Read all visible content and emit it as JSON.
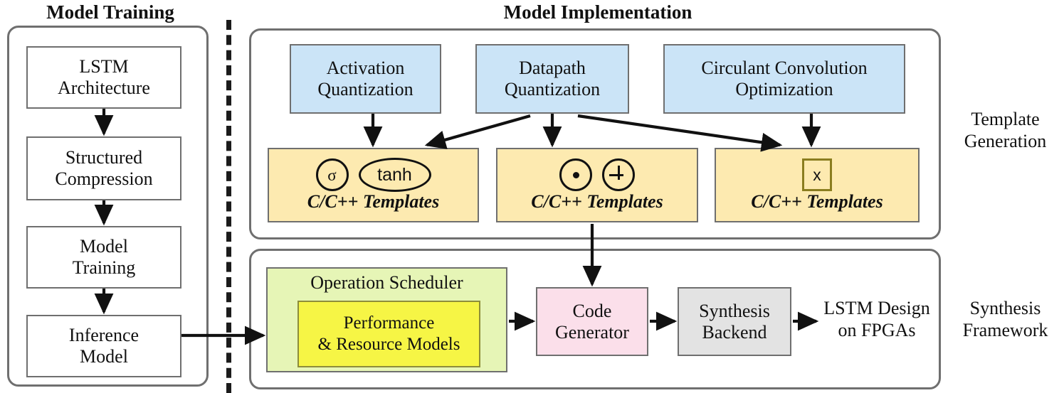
{
  "titles": {
    "left": "Model Training",
    "right": "Model Implementation"
  },
  "side_labels": {
    "template_generation": "Template\nGeneration",
    "synthesis_framework": "Synthesis\nFramework"
  },
  "training_panel": {
    "name": "Model Training",
    "steps": [
      {
        "label": "LSTM\nArchitecture"
      },
      {
        "label": "Structured\nCompression"
      },
      {
        "label": "Model\nTraining"
      },
      {
        "label": "Inference\nModel"
      }
    ]
  },
  "template_panel": {
    "name": "Template Generation",
    "sources": [
      {
        "label": "Activation\nQuantization",
        "color": "#cbe4f7"
      },
      {
        "label": "Datapath\nQuantization",
        "color": "#cbe4f7"
      },
      {
        "label": "Circulant Convolution\nOptimization",
        "color": "#cbe4f7"
      }
    ],
    "templates": [
      {
        "ops": [
          "sigma",
          "tanh"
        ],
        "caption": "C/C++ Templates",
        "color": "#fdeab0"
      },
      {
        "ops": [
          "dot-product",
          "plus"
        ],
        "caption": "C/C++ Templates",
        "color": "#fdeab0"
      },
      {
        "ops": [
          "matrix-x"
        ],
        "caption": "C/C++ Templates",
        "color": "#fdeab0"
      }
    ],
    "op_glyphs": {
      "sigma": "σ",
      "tanh": "tanh",
      "matrix-x": "x"
    }
  },
  "synthesis_panel": {
    "name": "Synthesis Framework",
    "scheduler": {
      "title": "Operation Scheduler",
      "inner": "Performance\n& Resource Models",
      "outer_color": "#e6f5b6",
      "inner_color": "#f6f545"
    },
    "code_generator": {
      "label": "Code\nGenerator",
      "color": "#fbdfea"
    },
    "synthesis_backend": {
      "label": "Synthesis\nBackend",
      "color": "#e3e3e3"
    },
    "output": {
      "label": "LSTM Design\non FPGAs"
    }
  },
  "colors": {
    "border": "#6f6f6f",
    "arrow": "#111111",
    "divider": "#1b1b1b"
  }
}
